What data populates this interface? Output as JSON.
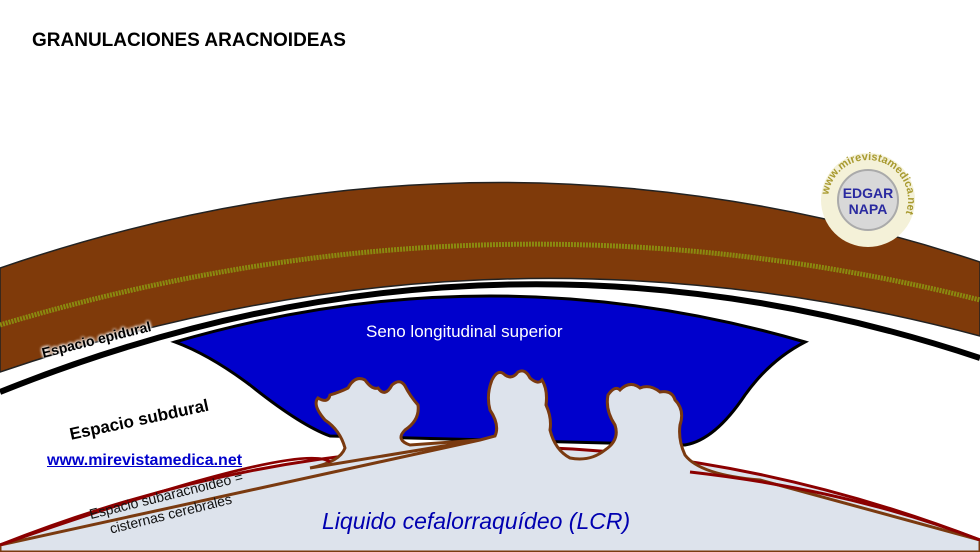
{
  "title": "GRANULACIONES ARACNOIDEAS",
  "labels": {
    "epidural": "Espacio epidural",
    "subdural": "Espacio subdural",
    "website": "www.mirevistamedica.net",
    "subaracnoideo_line1": "Espacio subaracnoideo =",
    "subaracnoideo_line2": "cisternas cerebrales",
    "seno": "Seno longitudinal superior",
    "lcr": "Liquido cefalorraquídeo (LCR)"
  },
  "logo": {
    "ring_text": "www.mirevistamedica.net",
    "line1": "EDGAR",
    "line2": "NAPA"
  },
  "colors": {
    "bone": "#7f3a0a",
    "diploe": "#8a8a10",
    "sinus": "#0000cc",
    "csf": "#dde3ec",
    "arachnoid": "#8b0000",
    "granulation": "#7a3a10"
  }
}
